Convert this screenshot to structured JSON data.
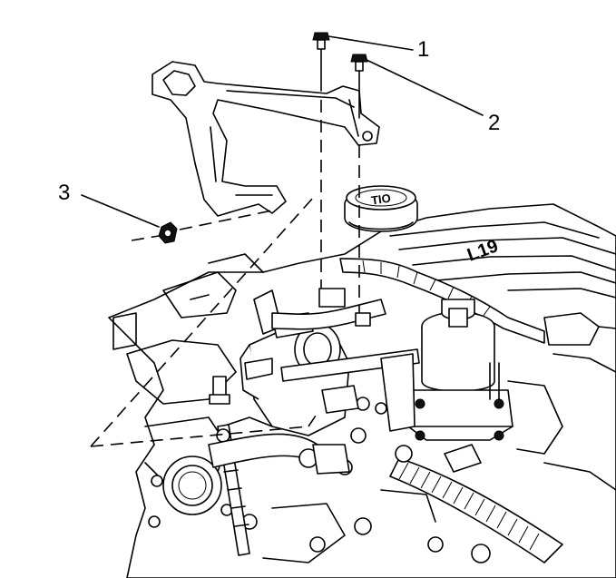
{
  "callouts": [
    {
      "id": "1",
      "label": "1"
    },
    {
      "id": "2",
      "label": "2"
    },
    {
      "id": "3",
      "label": "3"
    }
  ],
  "cap_marking": "TIO",
  "engine_marking": "L19"
}
